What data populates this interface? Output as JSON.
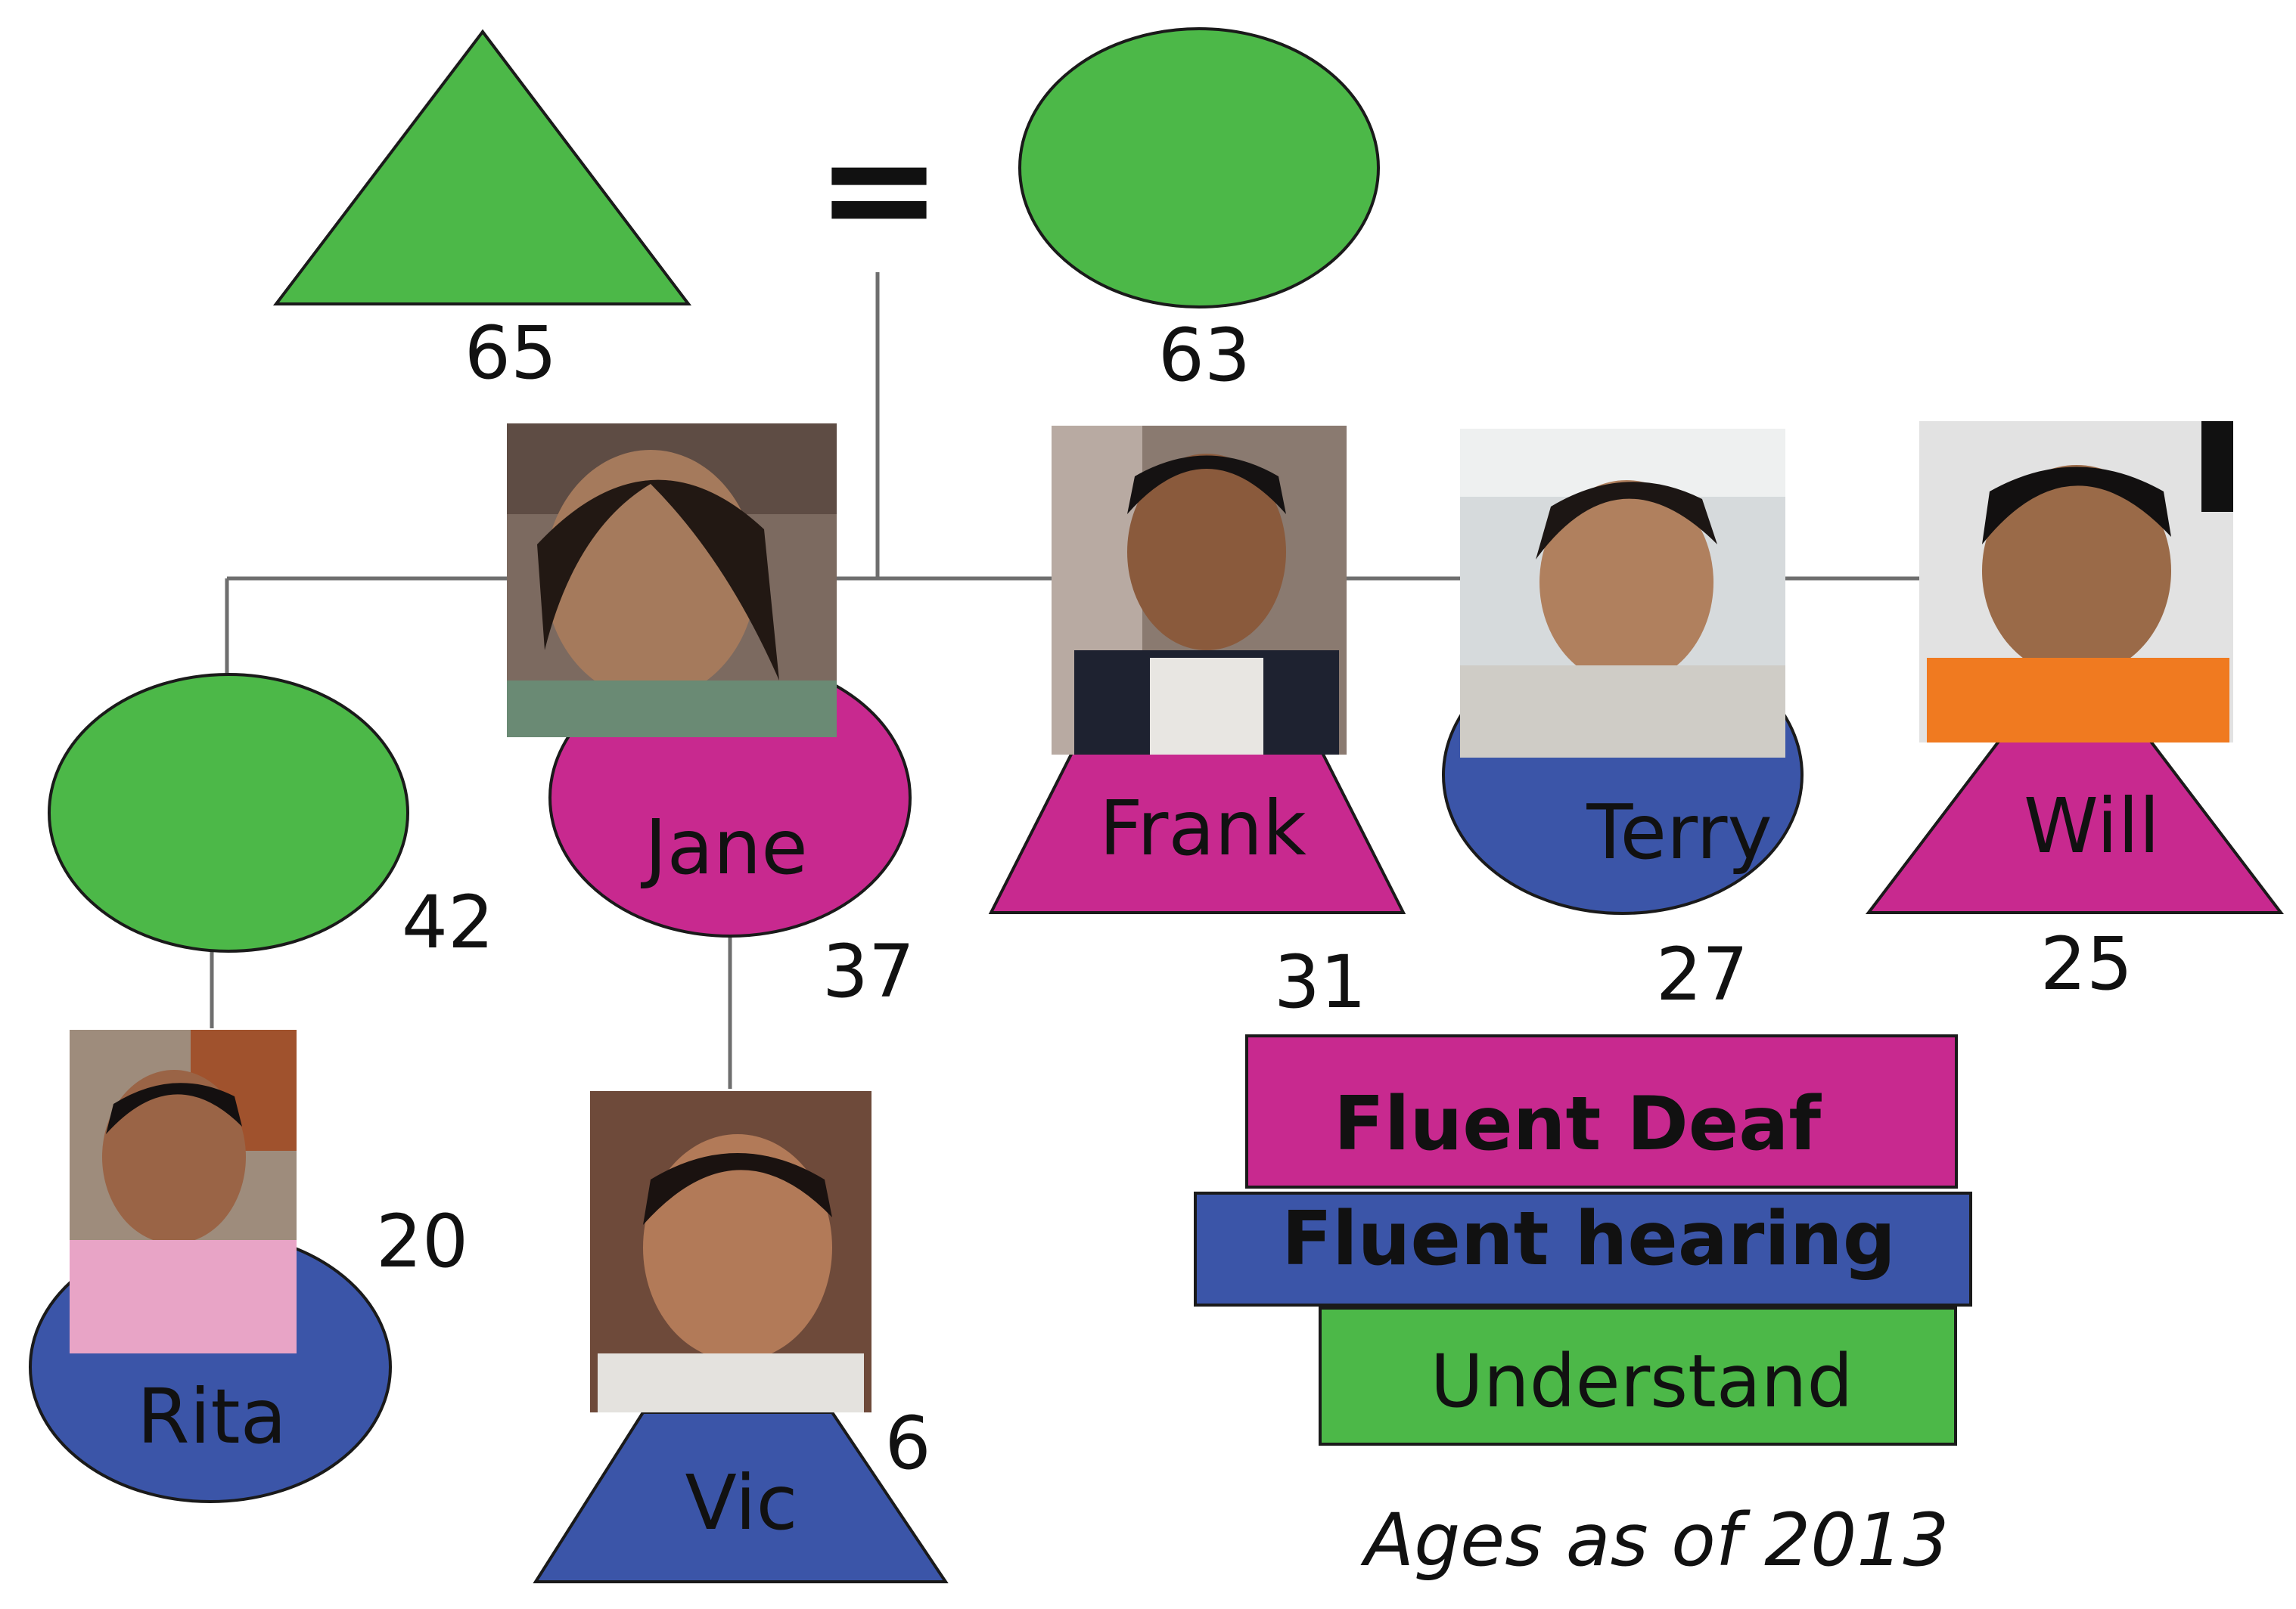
{
  "colors": {
    "fluent_deaf": "#c8298f",
    "fluent_hearing": "#3b55a8",
    "understand": "#4cb848",
    "line": "#6e6e6e"
  },
  "marriage_symbol": "=",
  "people": {
    "grandfather": {
      "age": "65",
      "symbol": "triangle",
      "status": "understand"
    },
    "grandmother": {
      "age": "63",
      "symbol": "circle",
      "status": "understand"
    },
    "unnamed_daughter": {
      "age": "42",
      "symbol": "circle",
      "status": "understand"
    },
    "jane": {
      "name": "Jane",
      "age": "37",
      "symbol": "circle",
      "status": "fluent_deaf",
      "photo": "photo-jane"
    },
    "frank": {
      "name": "Frank",
      "age": "31",
      "symbol": "triangle",
      "status": "fluent_deaf",
      "photo": "photo-frank"
    },
    "terry": {
      "name": "Terry",
      "age": "27",
      "symbol": "circle",
      "status": "fluent_hearing",
      "photo": "photo-terry"
    },
    "will": {
      "name": "Will",
      "age": "25",
      "symbol": "triangle",
      "status": "fluent_deaf",
      "photo": "photo-will"
    },
    "rita": {
      "name": "Rita",
      "age": "20",
      "symbol": "circle",
      "status": "fluent_hearing",
      "photo": "photo-rita"
    },
    "vic": {
      "name": "Vic",
      "age": "6",
      "symbol": "triangle",
      "status": "fluent_hearing",
      "photo": "photo-vic"
    }
  },
  "legend": {
    "fluent_deaf": "Fluent Deaf",
    "fluent_hearing": "Fluent hearing",
    "understand": "Understand"
  },
  "footnote": "Ages as of 2013"
}
